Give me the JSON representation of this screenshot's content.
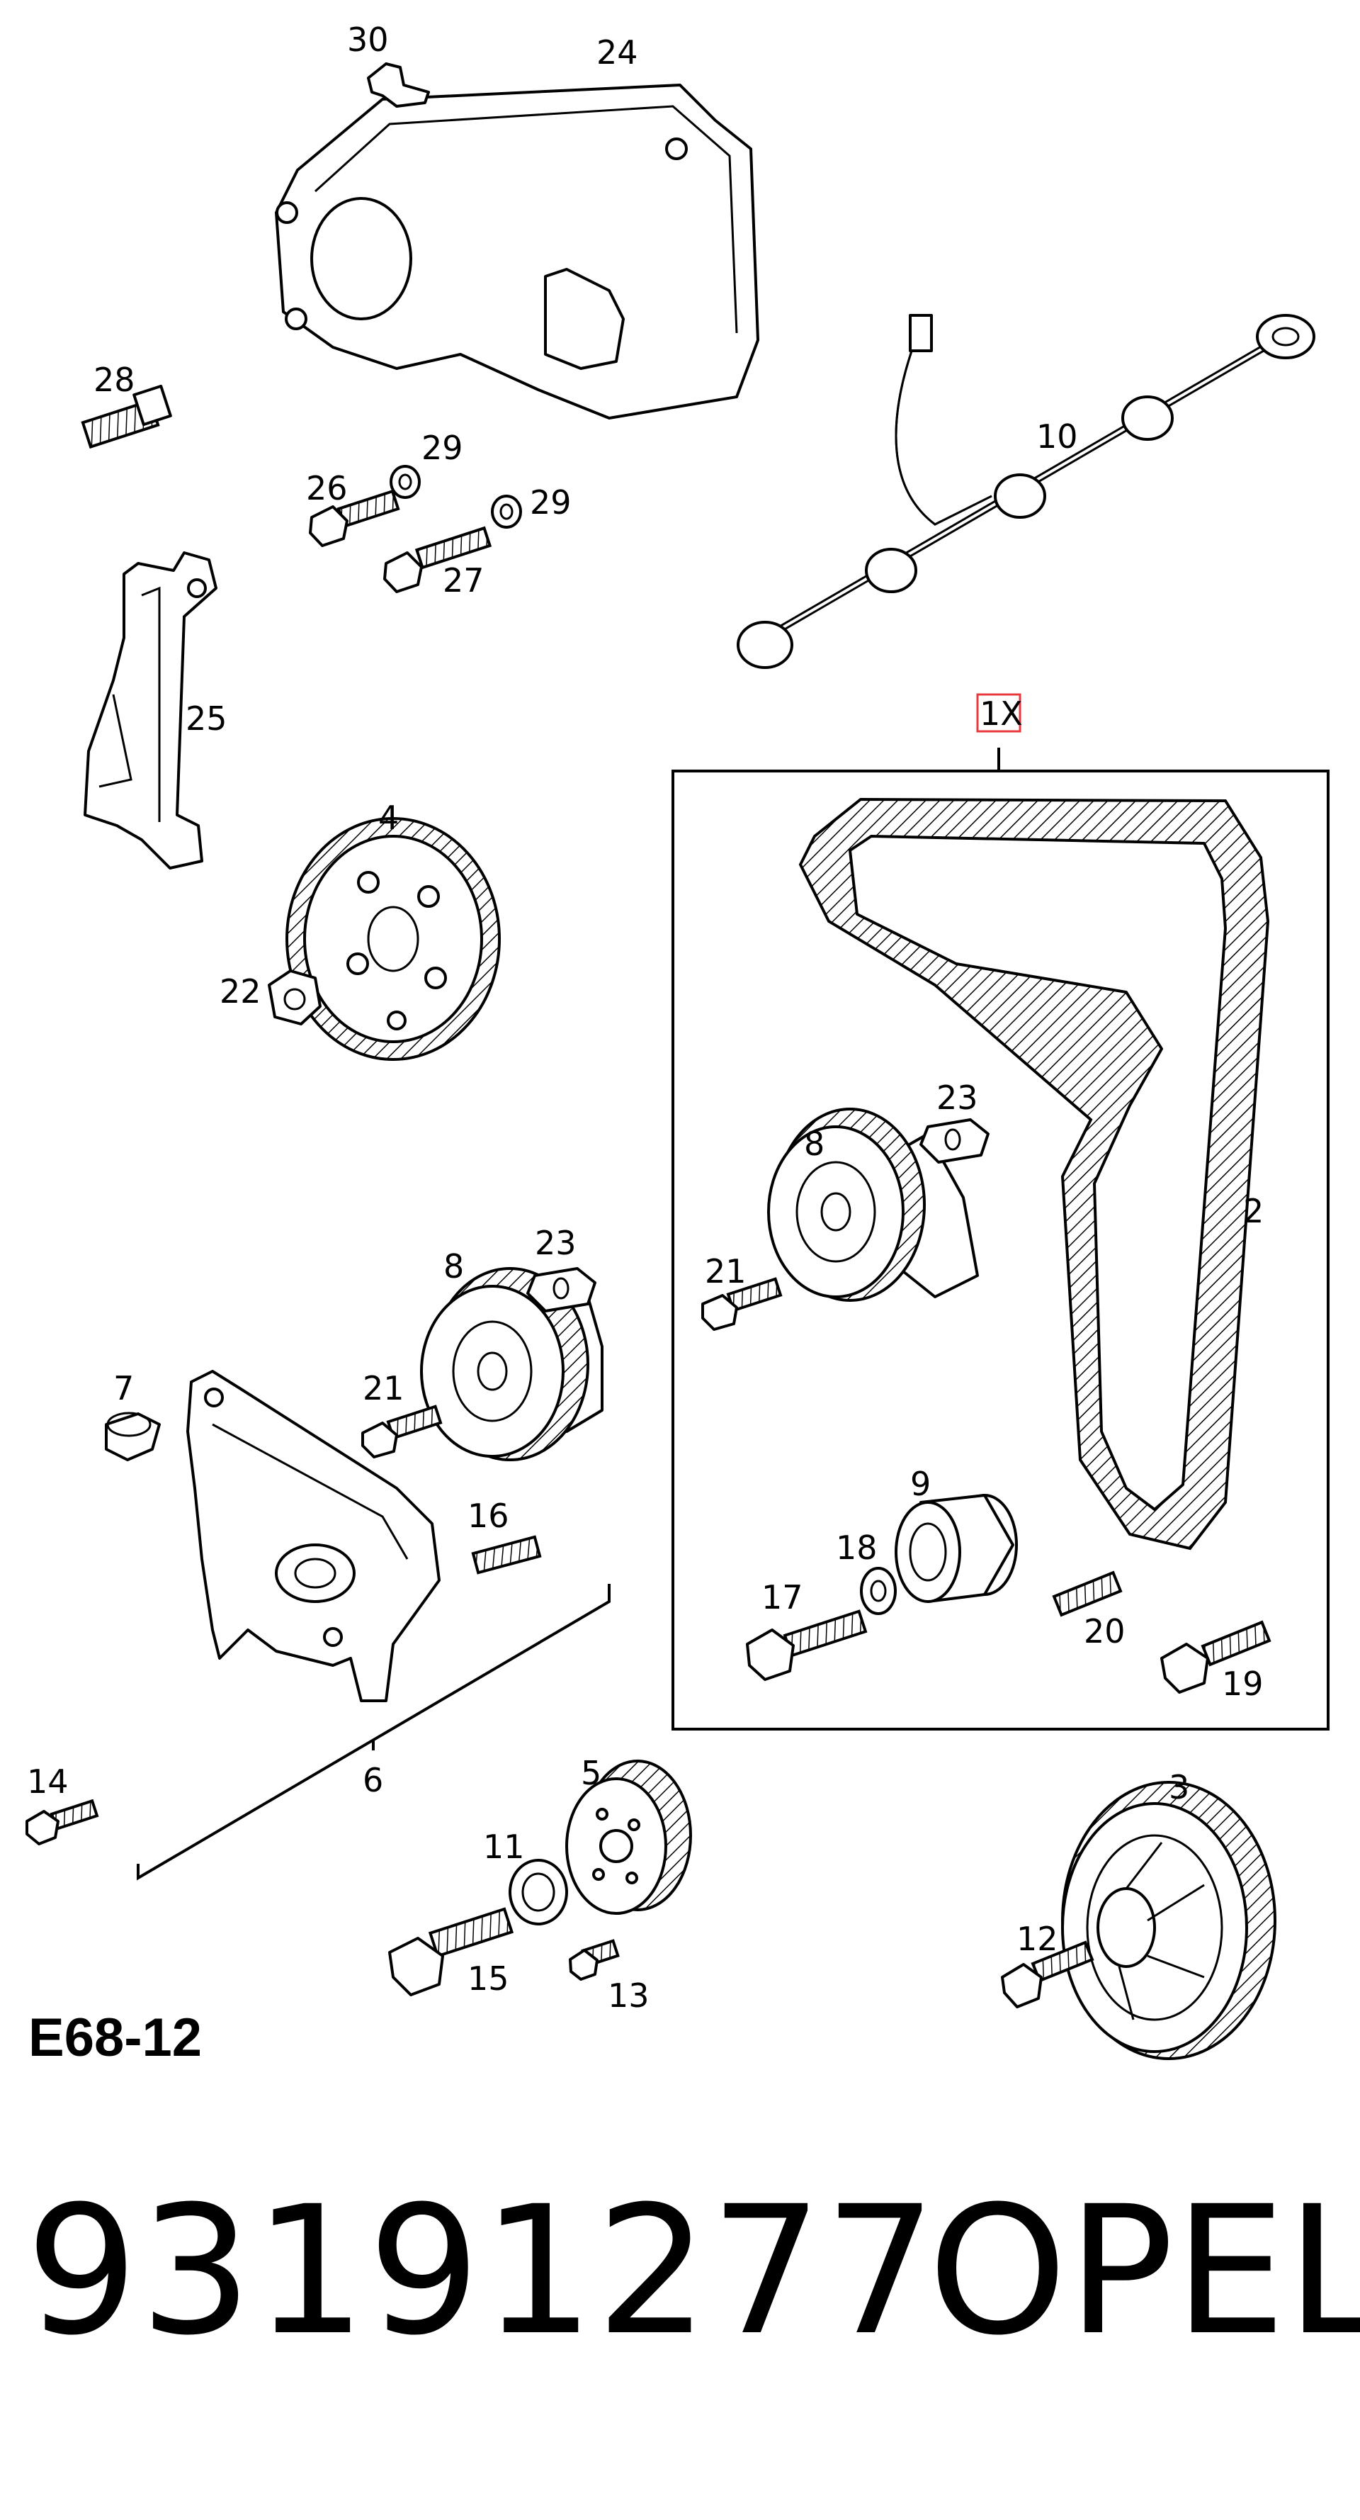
{
  "diagram": {
    "callouts": [
      {
        "id": "c30",
        "text": "30"
      },
      {
        "id": "c24",
        "text": "24"
      },
      {
        "id": "c28",
        "text": "28"
      },
      {
        "id": "c29a",
        "text": "29"
      },
      {
        "id": "c26",
        "text": "26"
      },
      {
        "id": "c29b",
        "text": "29"
      },
      {
        "id": "c27",
        "text": "27"
      },
      {
        "id": "c10",
        "text": "10"
      },
      {
        "id": "c25",
        "text": "25"
      },
      {
        "id": "c4",
        "text": "4"
      },
      {
        "id": "c22",
        "text": "22"
      },
      {
        "id": "c1x",
        "text": "1X"
      },
      {
        "id": "c23a",
        "text": "23"
      },
      {
        "id": "c8a",
        "text": "8"
      },
      {
        "id": "c2",
        "text": "2"
      },
      {
        "id": "c21a",
        "text": "21"
      },
      {
        "id": "c8b",
        "text": "8"
      },
      {
        "id": "c23b",
        "text": "23"
      },
      {
        "id": "c7",
        "text": "7"
      },
      {
        "id": "c21b",
        "text": "21"
      },
      {
        "id": "c16",
        "text": "16"
      },
      {
        "id": "c9",
        "text": "9"
      },
      {
        "id": "c18",
        "text": "18"
      },
      {
        "id": "c17",
        "text": "17"
      },
      {
        "id": "c20",
        "text": "20"
      },
      {
        "id": "c19",
        "text": "19"
      },
      {
        "id": "c6",
        "text": "6"
      },
      {
        "id": "c14",
        "text": "14"
      },
      {
        "id": "c5",
        "text": "5"
      },
      {
        "id": "c3",
        "text": "3"
      },
      {
        "id": "c11",
        "text": "11"
      },
      {
        "id": "c12",
        "text": "12"
      },
      {
        "id": "c15",
        "text": "15"
      },
      {
        "id": "c13",
        "text": "13"
      }
    ],
    "highlight_color": "#e8383d",
    "code": "E68-12"
  },
  "footer": {
    "part_number": "93191277",
    "brand": "OPEL"
  }
}
